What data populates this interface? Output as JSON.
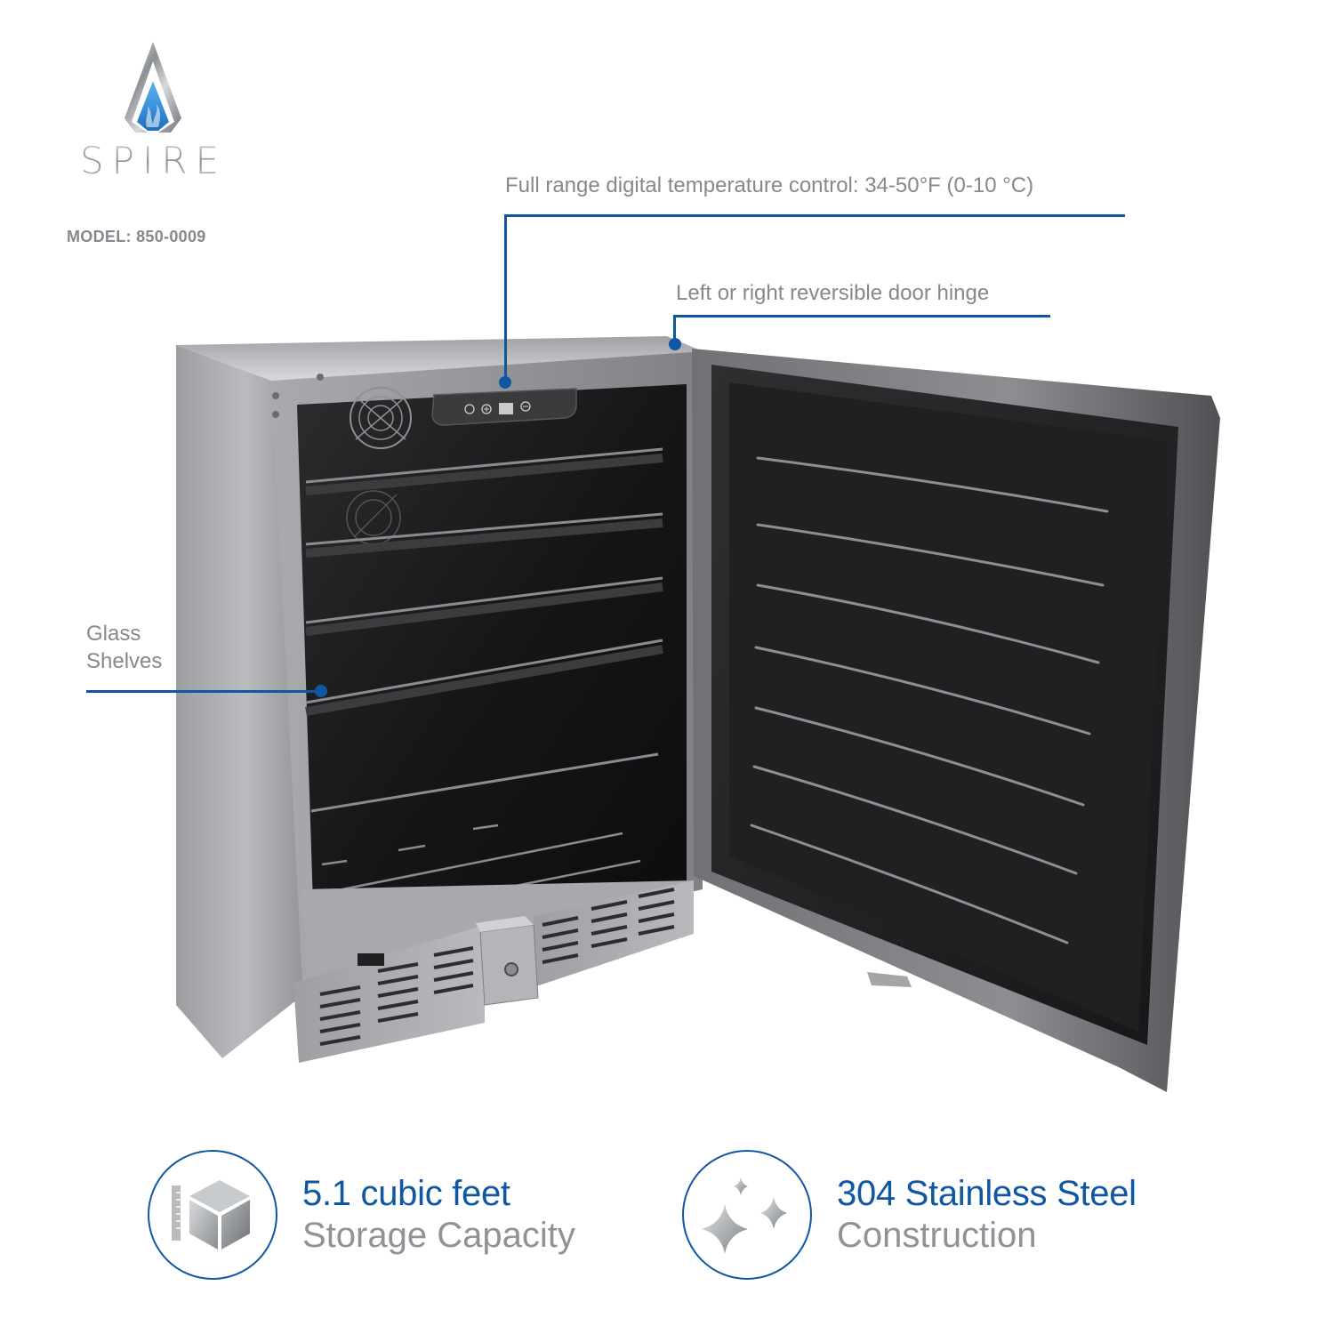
{
  "brand": {
    "name": "SPIRE",
    "logo_icon": "flame-spire-logo-icon",
    "model_label": "MODEL: 850-0009"
  },
  "callouts": [
    {
      "id": "temperature",
      "text": "Full range digital temperature control: 34-50°F (0-10 °C)"
    },
    {
      "id": "hinge",
      "text": "Left or right reversible door hinge"
    },
    {
      "id": "shelves",
      "line1": "Glass",
      "line2": "Shelves"
    }
  ],
  "product": {
    "description": "Stainless steel under-counter beverage refrigerator with door open",
    "control_panel_icons": [
      "power-icon",
      "plus-icon",
      "display-icon",
      "minus-icon"
    ],
    "shelf_count": 5,
    "door_ribs": 7
  },
  "features": [
    {
      "icon": "cube-ruler-icon",
      "title": "5.1 cubic feet",
      "subtitle": "Storage Capacity"
    },
    {
      "icon": "sparkle-icon",
      "title": "304 Stainless Steel",
      "subtitle": "Construction"
    }
  ],
  "colors": {
    "accent": "#0f57a0",
    "text_grey": "#85888d",
    "logo_blue": "#2f8fd8"
  }
}
